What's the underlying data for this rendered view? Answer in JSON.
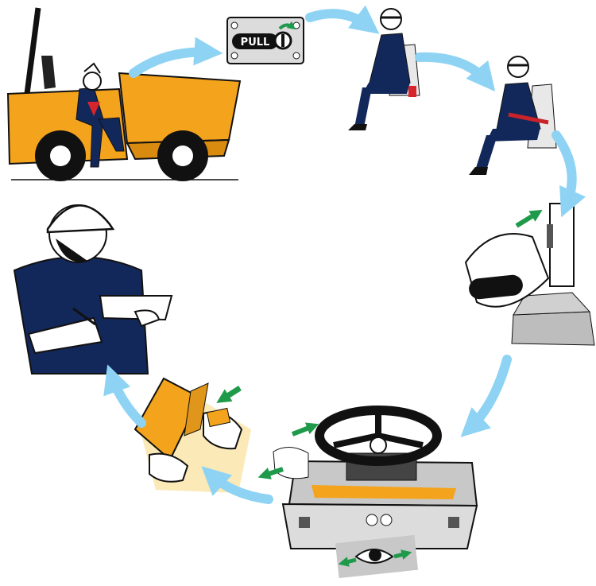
{
  "sign": {
    "label": "PULL"
  },
  "steps": [
    {
      "id": "mount-dumper",
      "icon": "dumper-with-operator-icon"
    },
    {
      "id": "pull-control",
      "icon": "pull-knob-plate-icon"
    },
    {
      "id": "sit-in-seat",
      "icon": "seated-operator-icon"
    },
    {
      "id": "fasten-seatbelt",
      "icon": "operator-seatbelt-icon"
    },
    {
      "id": "operate-lever",
      "icon": "hand-lever-icon"
    },
    {
      "id": "steering-controls",
      "icon": "steering-wheel-dashboard-icon"
    },
    {
      "id": "pedal-check",
      "icon": "foot-pedals-icon"
    },
    {
      "id": "record-inspection",
      "icon": "operator-clipboard-icon"
    }
  ],
  "colors": {
    "navy": "#13285a",
    "machine_yellow": "#f4a31c",
    "flow_arrow": "#8fd3f4",
    "action_arrow": "#1f9a4a",
    "control_grey": "#c8c8c8"
  }
}
